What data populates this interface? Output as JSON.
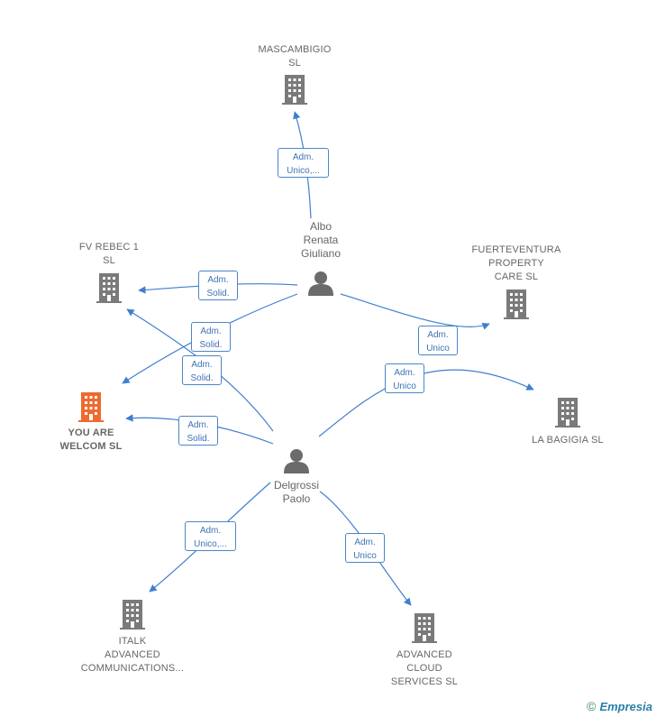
{
  "companies": [
    {
      "id": "mascambigio",
      "label": "MASCAMBIGIO\nSL",
      "highlight": false
    },
    {
      "id": "fv-rebec",
      "label": "FV REBEC 1\nSL",
      "highlight": false
    },
    {
      "id": "fuerteventura",
      "label": "FUERTEVENTURA\nPROPERTY\nCARE  SL",
      "highlight": false
    },
    {
      "id": "you-are-welcom",
      "label": "YOU ARE\nWELCOM  SL",
      "highlight": true
    },
    {
      "id": "la-bagigia",
      "label": "LA BAGIGIA  SL",
      "highlight": false
    },
    {
      "id": "italk",
      "label": "ITALK\nADVANCED\nCOMMUNICATIONS...",
      "highlight": false
    },
    {
      "id": "advanced-cloud",
      "label": "ADVANCED\nCLOUD\nSERVICES  SL",
      "highlight": false
    }
  ],
  "persons": [
    {
      "id": "albo",
      "label": "Albo\nRenata\nGiuliano"
    },
    {
      "id": "delgrossi",
      "label": "Delgrossi\nPaolo"
    }
  ],
  "edges": [
    {
      "from": "albo",
      "to": "mascambigio",
      "label": "Adm.\nUnico,..."
    },
    {
      "from": "albo",
      "to": "fv-rebec",
      "label": "Adm.\nSolid."
    },
    {
      "from": "albo",
      "to": "you-are-welcom",
      "label": "Adm.\nSolid."
    },
    {
      "from": "albo",
      "to": "fuerteventura",
      "label": "Adm.\nUnico"
    },
    {
      "from": "delgrossi",
      "to": "fv-rebec",
      "label": "Adm.\nSolid."
    },
    {
      "from": "delgrossi",
      "to": "you-are-welcom",
      "label": "Adm.\nSolid."
    },
    {
      "from": "delgrossi",
      "to": "la-bagigia",
      "label": "Adm.\nUnico"
    },
    {
      "from": "delgrossi",
      "to": "italk",
      "label": "Adm.\nUnico,..."
    },
    {
      "from": "delgrossi",
      "to": "advanced-cloud",
      "label": "Adm.\nUnico"
    }
  ],
  "colors": {
    "edge": "#3f7fcf",
    "building": "#7a7a7a",
    "building_highlight": "#ef6a2f",
    "person": "#6b6b6b"
  },
  "footer": {
    "copyright": "©",
    "brand": "Empresia"
  }
}
